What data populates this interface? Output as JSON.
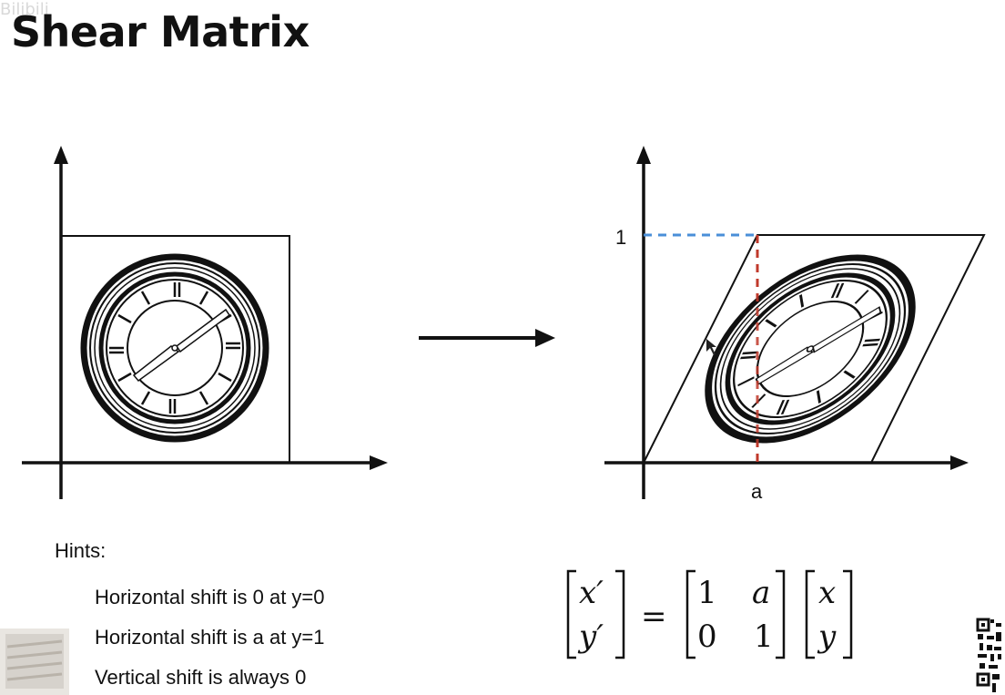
{
  "watermark": "Bilibili",
  "title": "Shear Matrix",
  "left_diagram": {
    "description_icon": "clock-icon"
  },
  "right_diagram": {
    "y_tick": "1",
    "x_tick": "a",
    "colors": {
      "dashed_y": "#4a8fd8",
      "dashed_x": "#c0392b"
    }
  },
  "hints": {
    "title": "Hints:",
    "items": [
      "Horizontal shift is 0 at y=0",
      "Horizontal shift is a at y=1",
      "Vertical shift is always 0"
    ]
  },
  "equation": {
    "lhs": [
      "x′",
      "y′"
    ],
    "equals": "=",
    "matrix": [
      [
        "1",
        "a"
      ],
      [
        "0",
        "1"
      ]
    ],
    "rhs": [
      "x",
      "y"
    ]
  }
}
